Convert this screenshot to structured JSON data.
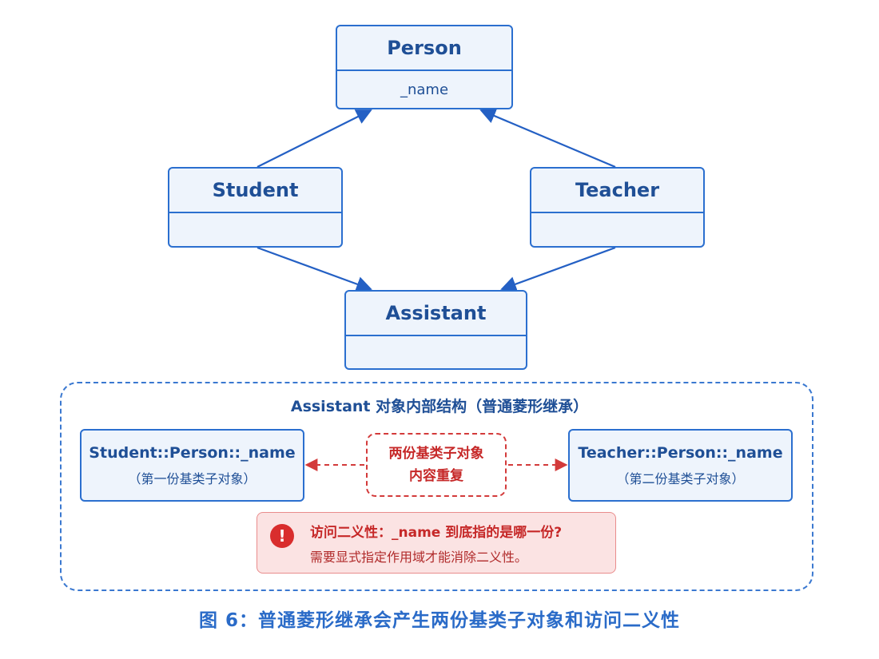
{
  "classes": {
    "person": {
      "name": "Person",
      "attribute": "_name"
    },
    "student": {
      "name": "Student"
    },
    "teacher": {
      "name": "Teacher"
    },
    "assistant": {
      "name": "Assistant"
    }
  },
  "internal": {
    "title": "Assistant 对象内部结构（普通菱形继承）",
    "left": {
      "name": "Student::Person::_name",
      "note": "（第一份基类子对象）"
    },
    "right": {
      "name": "Teacher::Person::_name",
      "note": "（第二份基类子对象）"
    },
    "duplicate": {
      "line1": "两份基类子对象",
      "line2": "内容重复"
    },
    "warning": {
      "icon": "exclamation-icon",
      "symbol": "!",
      "line1": "访问二义性：_name 到底指的是哪一份?",
      "line2": "需要显式指定作用域才能消除二义性。"
    }
  },
  "caption": "图 6：普通菱形继承会产生两份基类子对象和访问二义性",
  "colors": {
    "primary": "#2b6fcf",
    "fill": "#eef4fc",
    "warning": "#d33a3a",
    "warning_bg": "#fbe3e3"
  }
}
